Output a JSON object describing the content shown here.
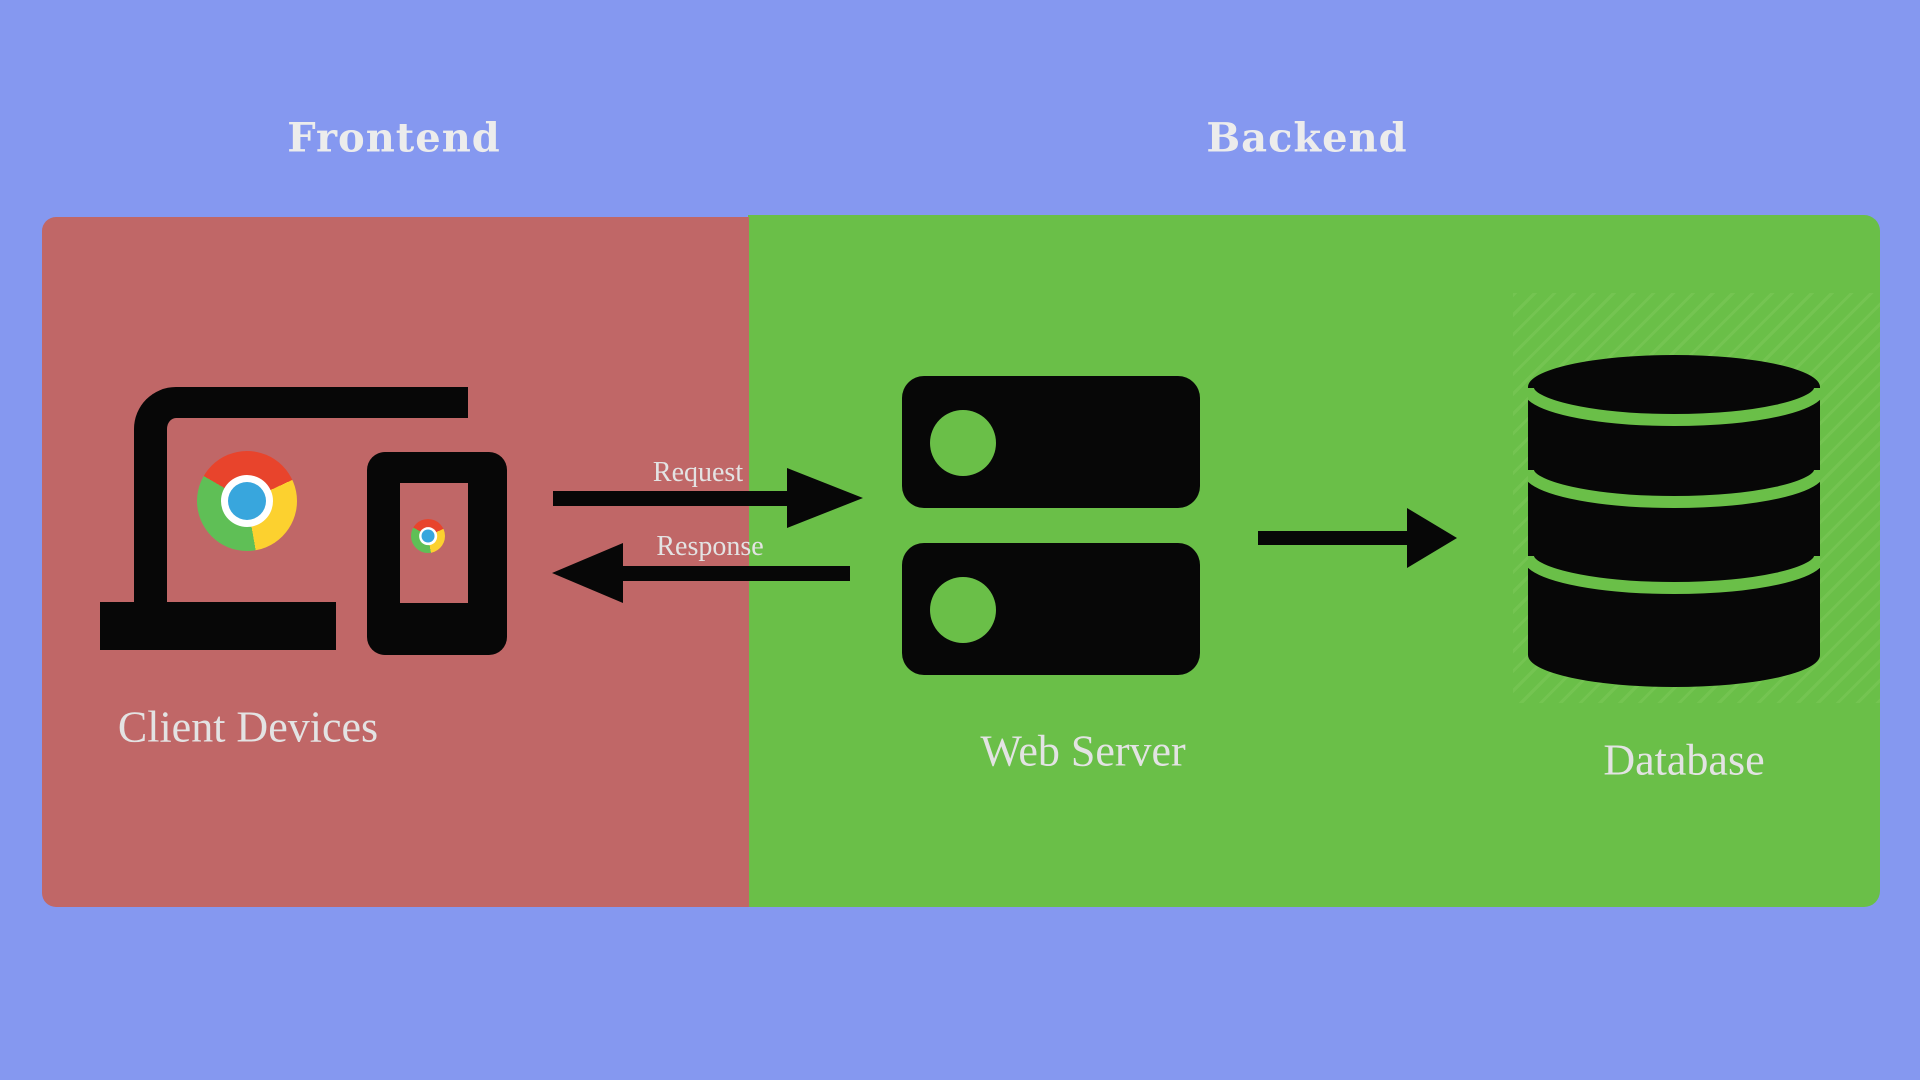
{
  "diagram": {
    "frontend": {
      "title": "Frontend",
      "client_label": "Client Devices"
    },
    "backend": {
      "title": "Backend",
      "server_label": "Web Server",
      "database_label": "Database"
    },
    "flows": {
      "request": "Request",
      "response": "Response"
    }
  },
  "icons": [
    "laptop-icon",
    "phone-icon",
    "chrome-logo-icon",
    "server-rack-icon",
    "database-icon",
    "arrow-right-icon",
    "arrow-left-icon"
  ],
  "colors": {
    "background": "#8598f0",
    "frontend_panel": "#c06767",
    "backend_panel": "#6abf48",
    "icon_black": "#070707",
    "title_text": "#ececec",
    "label_text": "#e3e3e3",
    "chrome_red": "#e8442c",
    "chrome_yellow": "#fcd12f",
    "chrome_green": "#5fbf56",
    "chrome_blue": "#38a6dd",
    "chrome_white": "#ffffff"
  }
}
